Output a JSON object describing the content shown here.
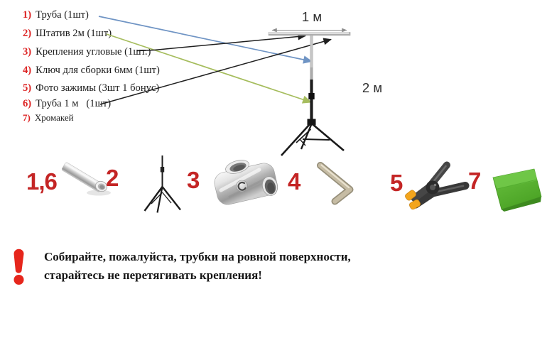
{
  "parts_list": {
    "items": [
      {
        "num": "1)",
        "text": "Труба (1шт)"
      },
      {
        "num": "2)",
        "text": "Штатив 2м (1шт)"
      },
      {
        "num": "3)",
        "text": "Крепления угловые (1шт.)"
      },
      {
        "num": "4)",
        "text": "Ключ для сборки 6мм (1шт)"
      },
      {
        "num": "5)",
        "text": "Фото зажимы (3шт 1 бонус)"
      },
      {
        "num": "6)",
        "text": "Труба 1 м   (1шт)"
      },
      {
        "num": "7)",
        "text": "Хромакей"
      }
    ]
  },
  "diagram": {
    "width_label": "1 м",
    "height_label": "2 м"
  },
  "products": {
    "tube_label": "1,6",
    "tripod_label": "2",
    "corner_clamp_label": "3",
    "hex_key_label": "4",
    "spring_clamp_label": "5",
    "chromakey_label": "7"
  },
  "warning": {
    "line1": "Собирайте, пожалуйста, трубки на ровной поверхности,",
    "line2": "старайтесь не перетягивать крепления!"
  },
  "colors": {
    "list_number_red": "#dd2424",
    "product_label_red": "#c42525",
    "warning_red": "#e6261c",
    "callout_blue": "#6f94c4",
    "callout_green": "#a6bd5e",
    "callout_black": "#1f1f1f",
    "chromakey_green": "#57b02f",
    "clamp_tip_yellow": "#f3a51d"
  }
}
